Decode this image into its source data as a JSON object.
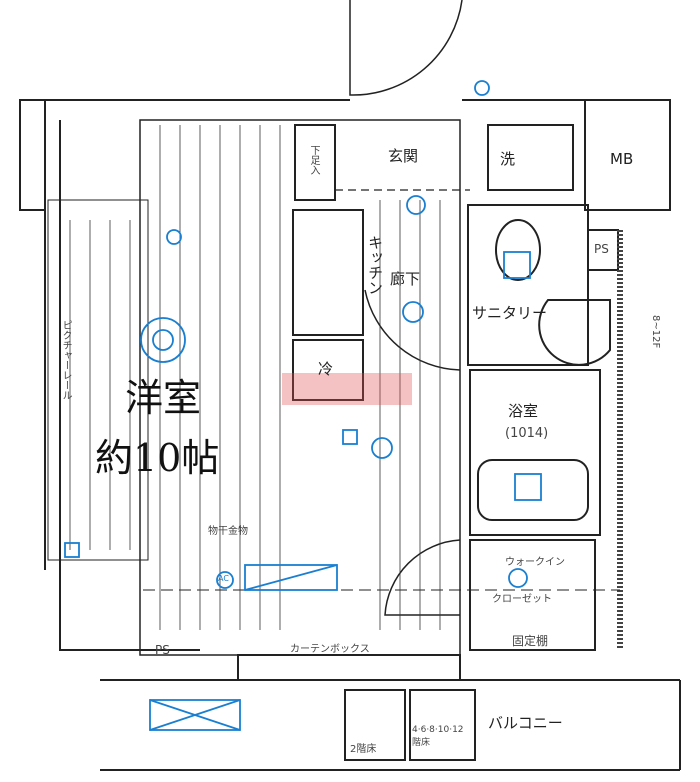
{
  "rooms": {
    "western_room": "洋室",
    "western_room_size": "約10帖",
    "entrance": "玄関",
    "shoe_box": "下足入",
    "kitchen": "キッチン",
    "corridor": "廊下",
    "washer": "洗",
    "fridge": "冷",
    "sanitary": "サニタリー",
    "bath": "浴室",
    "bath_size": "(1014)",
    "mb": "MB",
    "ps_top": "PS",
    "ps_bottom": "PS",
    "floor_note": "8~12F",
    "walkin": "ウォークイン",
    "closet": "クローゼット",
    "fixed_shelf": "固定棚",
    "curtain_box": "カーテンボックス",
    "drying_rail": "物干金物",
    "ac": "AC",
    "picture_rail": "ピクチャーレール",
    "balcony": "バルコニー",
    "floor2": "2階床",
    "floor_others": "4·6·8·10·12階床"
  },
  "colors": {
    "wall": "#222222",
    "equipment": "#1a7fd0",
    "watermark": "#e05050"
  }
}
